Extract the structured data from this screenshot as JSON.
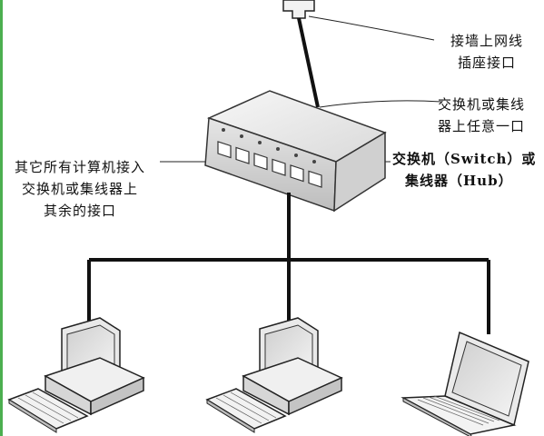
{
  "labels": {
    "wall_jack": [
      "接墙上网线",
      "插座接口"
    ],
    "switch_any_port": [
      "交换机或集线",
      "器上任意一口"
    ],
    "switch_device": [
      "交换机（Switch）或",
      "集线器（Hub）"
    ],
    "other_computers": [
      "其它所有计算机接入",
      "交换机或集线器上",
      "其余的接口"
    ]
  },
  "colors": {
    "line": "#111111",
    "device_fill": "#eeeeee",
    "device_shadow": "#bdbdbd",
    "edge_accent": "#4caf50"
  }
}
